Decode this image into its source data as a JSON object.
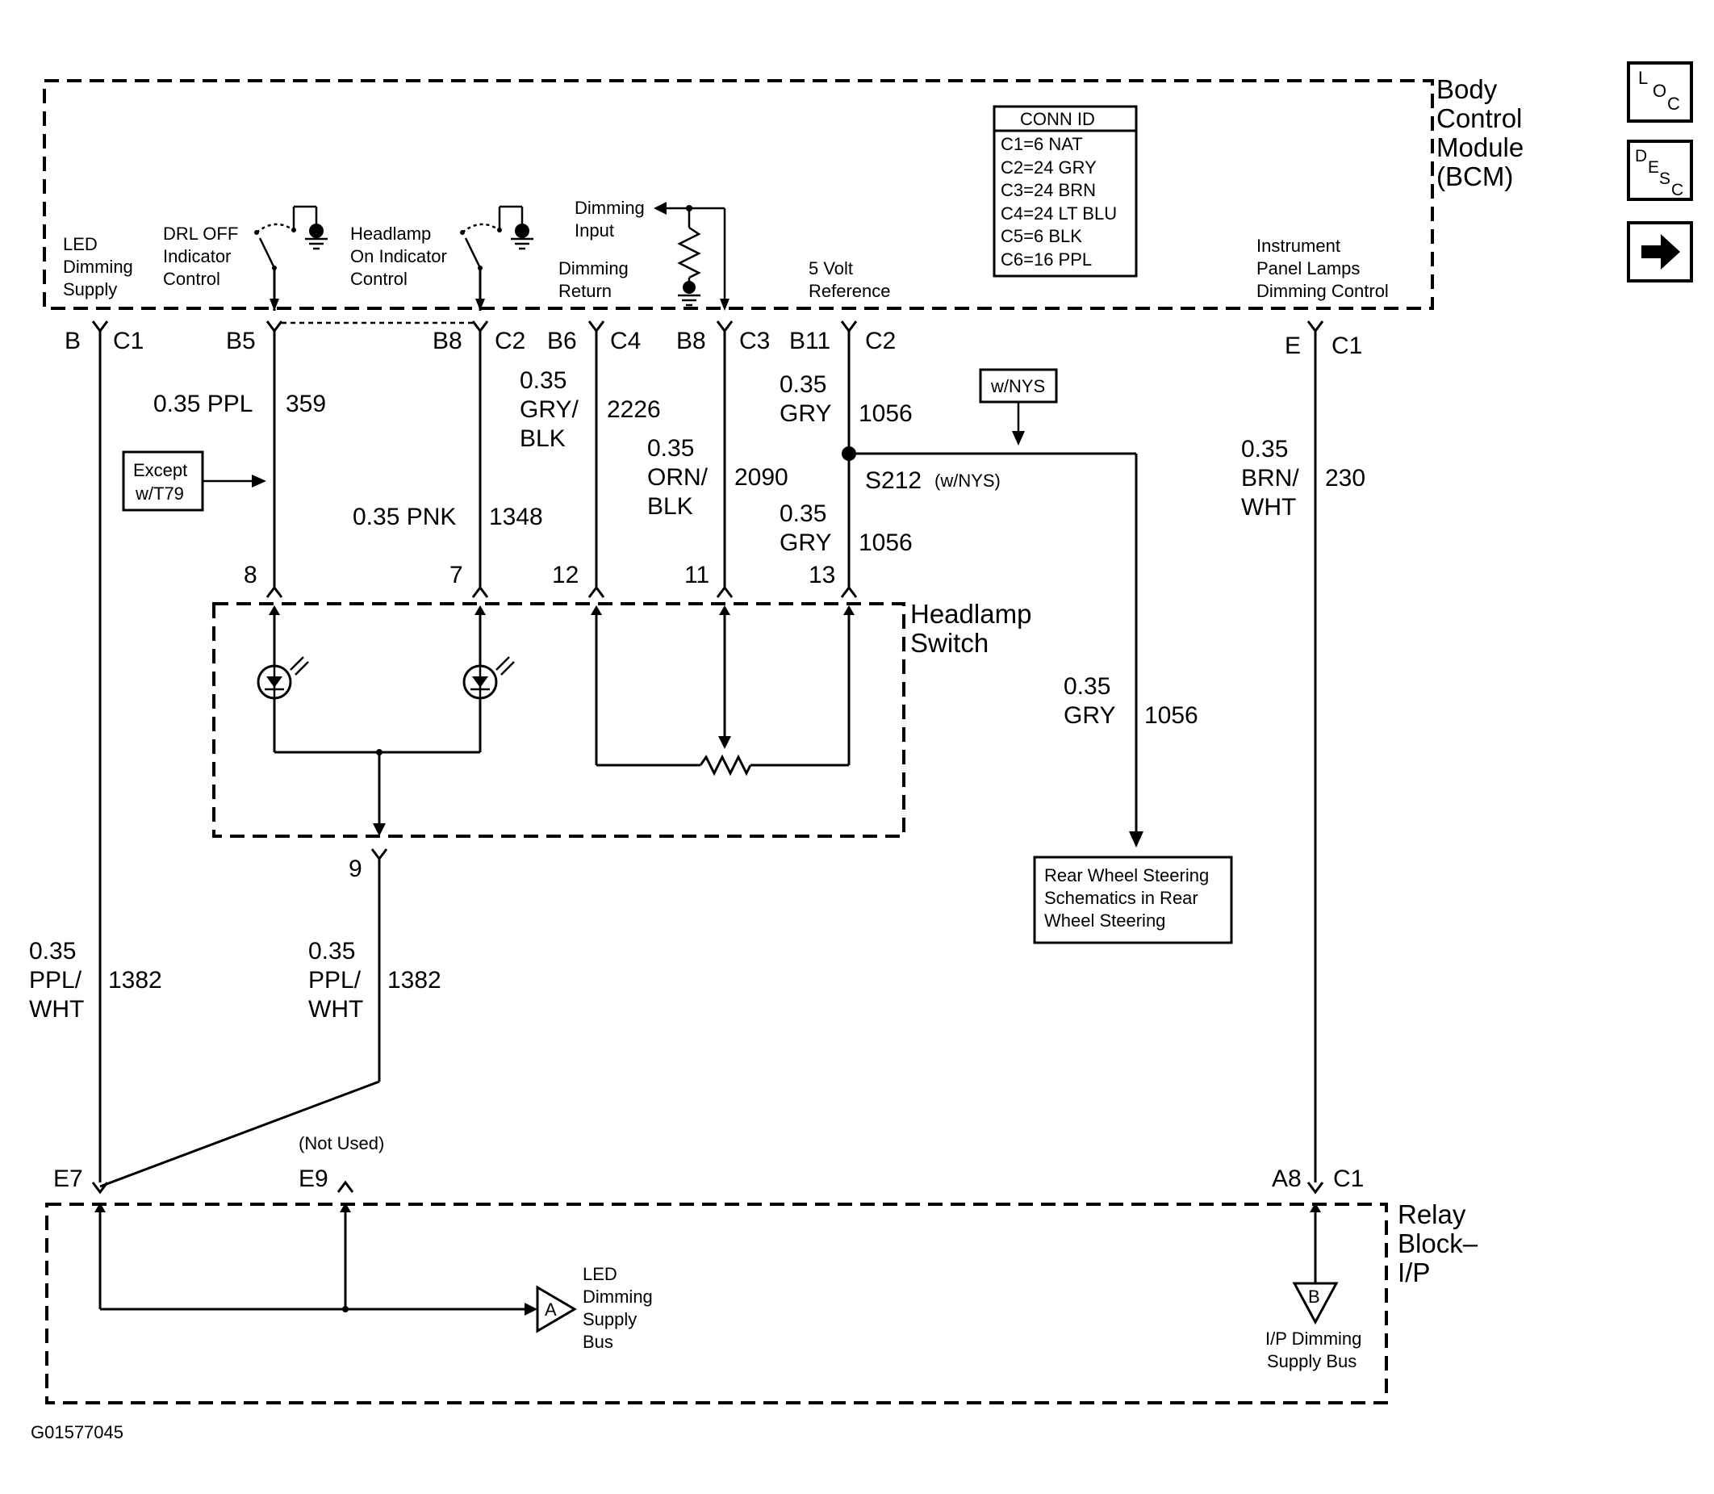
{
  "modules": {
    "bcm": [
      "Body",
      "Control",
      "Module",
      "(BCM)"
    ],
    "headlamp_switch": [
      "Headlamp",
      "Switch"
    ],
    "relay_block": [
      "Relay",
      "Block–",
      "I/P"
    ]
  },
  "conn_id": {
    "title": "CONN ID",
    "rows": [
      "C1=6 NAT",
      "C2=24 GRY",
      "C3=24 BRN",
      "C4=24 LT BLU",
      "C5=6 BLK",
      "C6=16 PPL"
    ]
  },
  "bcm_functions": {
    "led_dimming_supply": [
      "LED",
      "Dimming",
      "Supply"
    ],
    "drl_off": [
      "DRL OFF",
      "Indicator",
      "Control"
    ],
    "headlamp_on": [
      "Headlamp",
      "On Indicator",
      "Control"
    ],
    "dimming_input": [
      "Dimming",
      "Input"
    ],
    "dimming_return": [
      "Dimming",
      "Return"
    ],
    "five_volt": [
      "5 Volt",
      "Reference"
    ],
    "ip_lamps": [
      "Instrument",
      "Panel Lamps",
      "Dimming Control"
    ]
  },
  "bcm_pins": [
    {
      "pin": "B",
      "conn": "C1"
    },
    {
      "pin": "B5",
      "conn": ""
    },
    {
      "pin": "B8",
      "conn": "C2"
    },
    {
      "pin": "B6",
      "conn": "C4"
    },
    {
      "pin": "B8",
      "conn": "C3"
    },
    {
      "pin": "B11",
      "conn": "C2"
    },
    {
      "pin": "E",
      "conn": "C1"
    }
  ],
  "wires": {
    "w359": {
      "gauge": "0.35 PPL",
      "circuit": "359"
    },
    "w1348": {
      "gauge": "0.35 PNK",
      "circuit": "1348"
    },
    "w2226": {
      "gauge": [
        "0.35",
        "GRY/",
        "BLK"
      ],
      "circuit": "2226"
    },
    "w2090": {
      "gauge": [
        "0.35",
        "ORN/",
        "BLK"
      ],
      "circuit": "2090"
    },
    "w1056a": {
      "gauge": [
        "0.35",
        "GRY"
      ],
      "circuit": "1056"
    },
    "w1056b": {
      "gauge": [
        "0.35",
        "GRY"
      ],
      "circuit": "1056"
    },
    "w1056c": {
      "gauge": [
        "0.35",
        "GRY"
      ],
      "circuit": "1056"
    },
    "w230": {
      "gauge": [
        "0.35",
        "BRN/",
        "WHT"
      ],
      "circuit": "230"
    },
    "w1382a": {
      "gauge": [
        "0.35",
        "PPL/",
        "WHT"
      ],
      "circuit": "1382"
    },
    "w1382b": {
      "gauge": [
        "0.35",
        "PPL/",
        "WHT"
      ],
      "circuit": "1382"
    }
  },
  "switch_pins": [
    "8",
    "7",
    "12",
    "11",
    "13",
    "9"
  ],
  "splice": {
    "id": "S212",
    "note": "(w/NYS)"
  },
  "notes": {
    "except": [
      "Except",
      "w/T79"
    ],
    "wnys": "w/NYS",
    "rear_wheel": [
      "Rear Wheel Steering",
      "Schematics in Rear",
      "Wheel Steering"
    ],
    "not_used": "(Not Used)"
  },
  "relay_pins": [
    {
      "pin": "E7",
      "conn": ""
    },
    {
      "pin": "E9",
      "conn": ""
    },
    {
      "pin": "A8",
      "conn": "C1"
    }
  ],
  "buses": {
    "a": {
      "letter": "A",
      "label": [
        "LED",
        "Dimming",
        "Supply",
        "Bus"
      ]
    },
    "b": {
      "letter": "B",
      "label": [
        "I/P Dimming",
        "Supply Bus"
      ]
    }
  },
  "nav": {
    "loc": [
      "L",
      "O",
      "C"
    ],
    "desc": [
      "D",
      "E",
      "S",
      "C"
    ],
    "next_icon": "arrow-right-icon"
  },
  "figure_id": "G01577045"
}
